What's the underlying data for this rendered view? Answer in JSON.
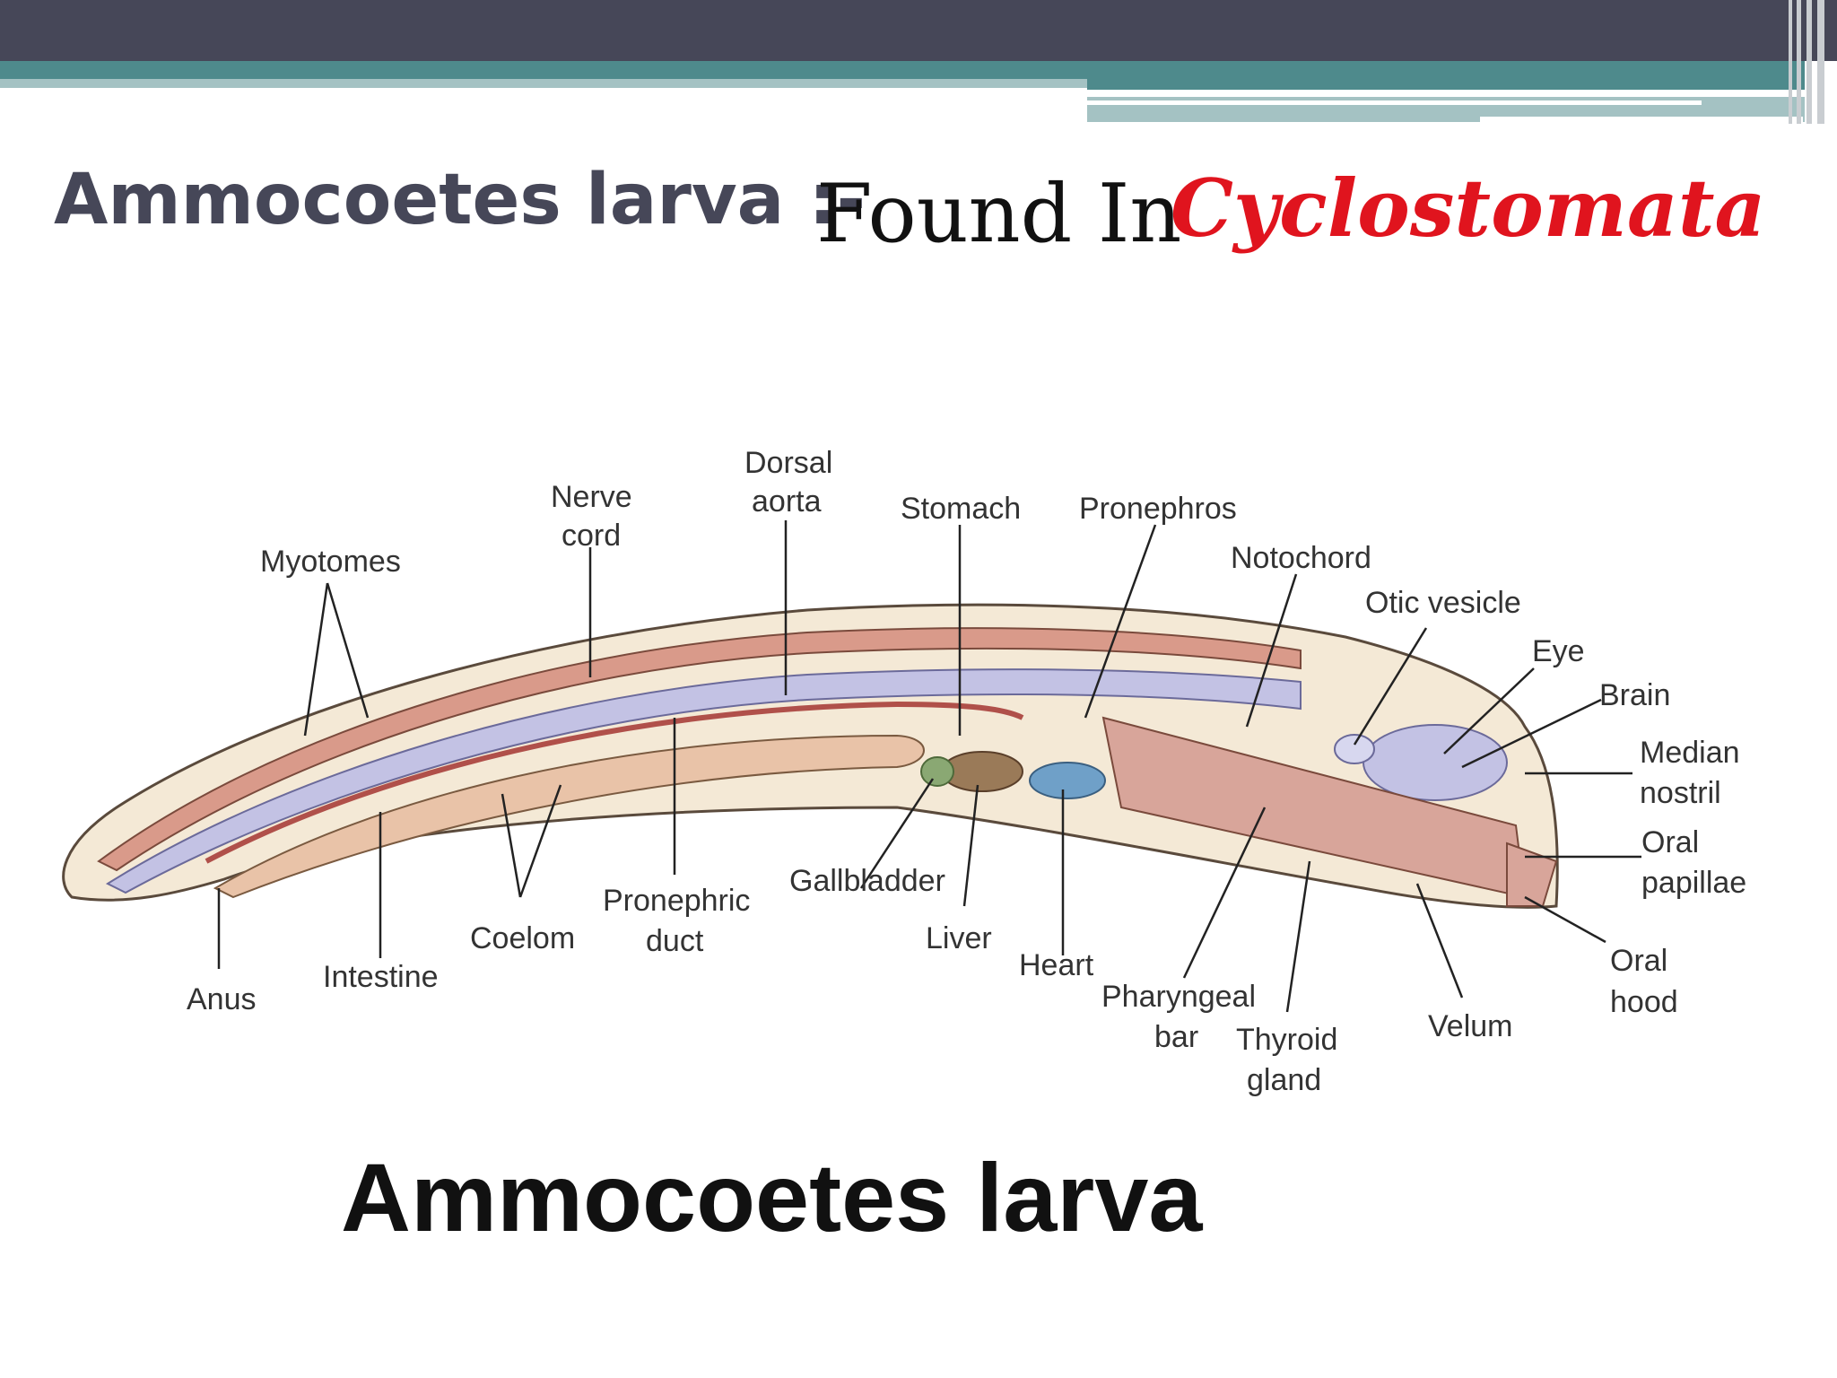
{
  "slide": {
    "title": "Ammocoetes larva :-",
    "found_text": "Found In",
    "group_name": "Cyclostomata",
    "caption": "Ammocoetes larva"
  },
  "colors": {
    "header_dark": "#464758",
    "header_teal": "#4e8a8c",
    "header_light": "#a4c2c3",
    "title_gray": "#464758",
    "accent_red": "#e0141e"
  },
  "diagram": {
    "labels": {
      "myotomes": "Myotomes",
      "nerve_cord_1": "Nerve",
      "nerve_cord_2": "cord",
      "dorsal_aorta_1": "Dorsal",
      "dorsal_aorta_2": "aorta",
      "stomach": "Stomach",
      "pronephros": "Pronephros",
      "notochord": "Notochord",
      "otic_vesicle": "Otic vesicle",
      "eye": "Eye",
      "brain": "Brain",
      "median_nostril_1": "Median",
      "median_nostril_2": "nostril",
      "oral_papillae_1": "Oral",
      "oral_papillae_2": "papillae",
      "oral_hood_1": "Oral",
      "oral_hood_2": "hood",
      "velum": "Velum",
      "thyroid_gland_1": "Thyroid",
      "thyroid_gland_2": "gland",
      "pharyngeal_bar_1": "Pharyngeal",
      "pharyngeal_bar_2": "bar",
      "heart": "Heart",
      "liver": "Liver",
      "gallbladder": "Gallbladder",
      "pronephric_duct_1": "Pronephric",
      "pronephric_duct_2": "duct",
      "coelom": "Coelom",
      "intestine": "Intestine",
      "anus": "Anus"
    }
  }
}
